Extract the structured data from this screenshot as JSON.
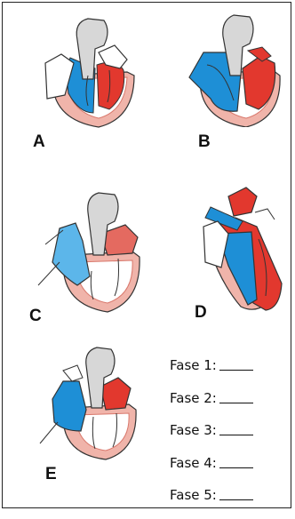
{
  "panels": [
    {
      "letter": "A"
    },
    {
      "letter": "B"
    },
    {
      "letter": "C"
    },
    {
      "letter": "D"
    },
    {
      "letter": "E"
    }
  ],
  "fases": [
    {
      "label": "Fase 1:"
    },
    {
      "label": "Fase 2:"
    },
    {
      "label": "Fase 3:"
    },
    {
      "label": "Fase 4:"
    },
    {
      "label": "Fase 5:"
    }
  ],
  "colors": {
    "blood_blue": "#1e8fd6",
    "blood_red": "#e2382e",
    "wall_pink": "#f0b4aa",
    "wall_dark": "#d9786c",
    "vessel_gray": "#d7d7d7",
    "outline": "#333333"
  }
}
